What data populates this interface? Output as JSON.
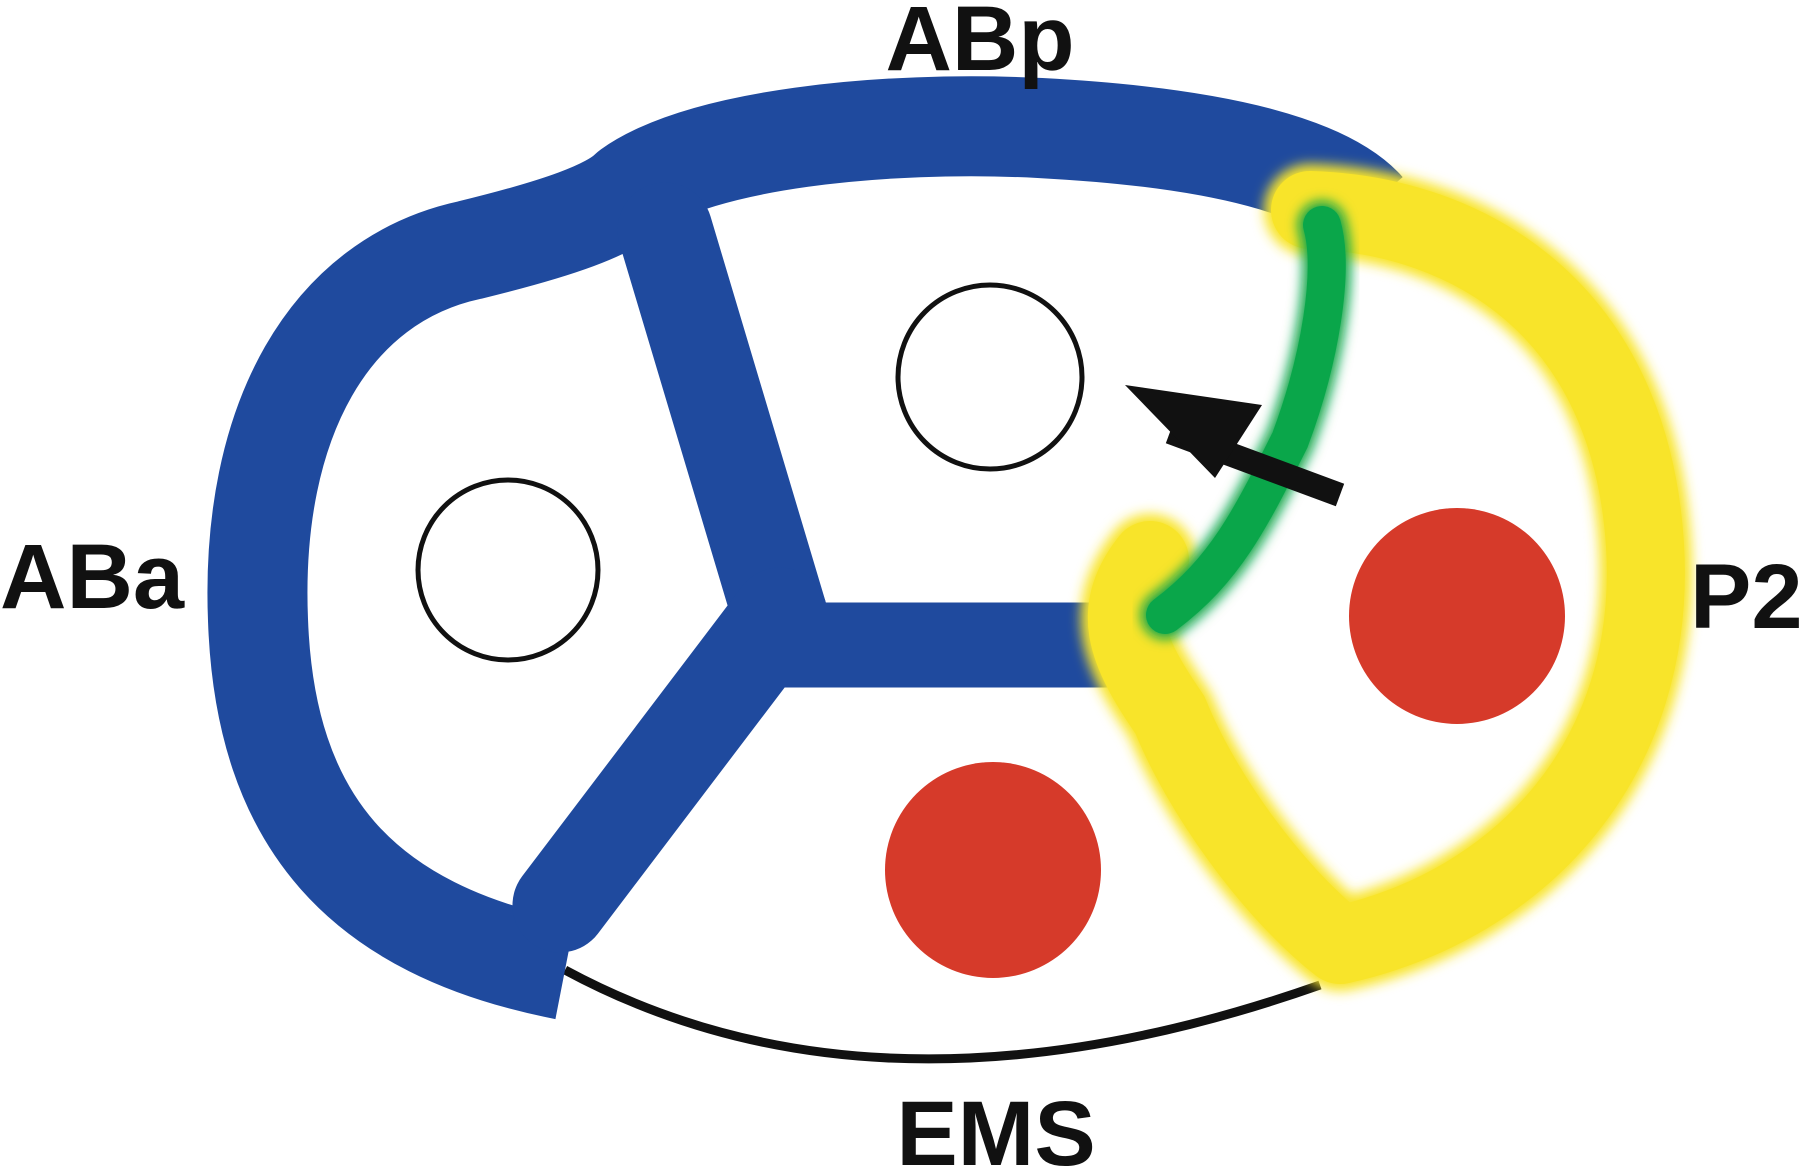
{
  "labels": {
    "aba": "ABa",
    "abp": "ABp",
    "ems": "EMS",
    "p2": "P2"
  },
  "colors": {
    "ab_membrane": "#1f4a9e",
    "p2_membrane": "#f8e42a",
    "contact": "#0aa64a",
    "nucleus_fill": "#d63a2a",
    "outline": "#111111",
    "background": "#ffffff"
  },
  "icons": {
    "arrow": "arrow-icon"
  }
}
